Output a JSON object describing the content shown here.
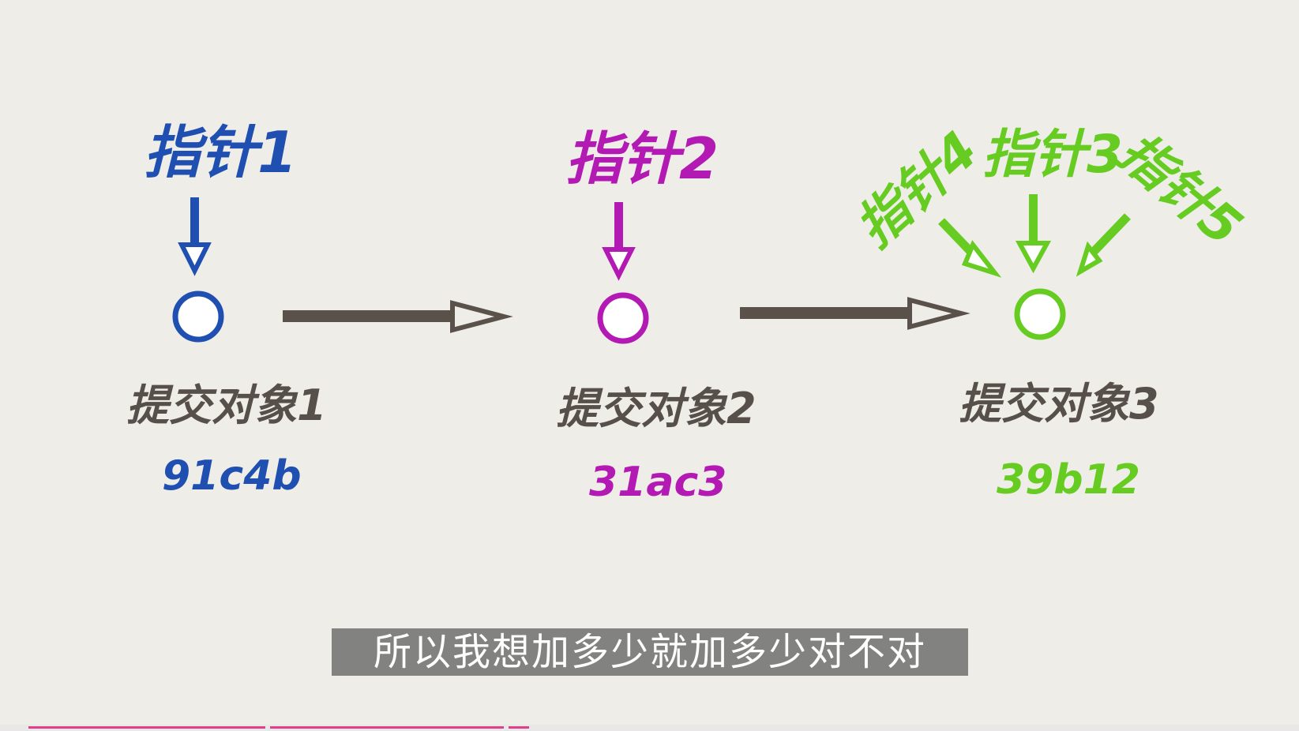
{
  "colors": {
    "background": "#efede8",
    "commit1": "#1f4fb0",
    "commit2": "#b31ab3",
    "commit3": "#66cc22",
    "link_arrow": "#5a524a",
    "commit_text": "#57504a",
    "subtitle_bg": "#6e6e6e",
    "subtitle_text": "#ffffff",
    "progress": "#e0408a"
  },
  "pointers": [
    {
      "id": "p1",
      "label": "指针1",
      "color": "#1f4fb0"
    },
    {
      "id": "p2",
      "label": "指针2",
      "color": "#b31ab3"
    },
    {
      "id": "p3",
      "label": "指针3",
      "color": "#66cc22"
    },
    {
      "id": "p4",
      "label": "指针4",
      "color": "#66cc22"
    },
    {
      "id": "p5",
      "label": "指针5",
      "color": "#66cc22"
    }
  ],
  "commits": [
    {
      "id": "c1",
      "label": "提交对象1",
      "hash": "91c4b",
      "color": "#1f4fb0"
    },
    {
      "id": "c2",
      "label": "提交对象2",
      "hash": "31ac3",
      "color": "#b31ab3"
    },
    {
      "id": "c3",
      "label": "提交对象3",
      "hash": "39b12",
      "color": "#66cc22"
    }
  ],
  "subtitle": "所以我想加多少就加多少对不对"
}
